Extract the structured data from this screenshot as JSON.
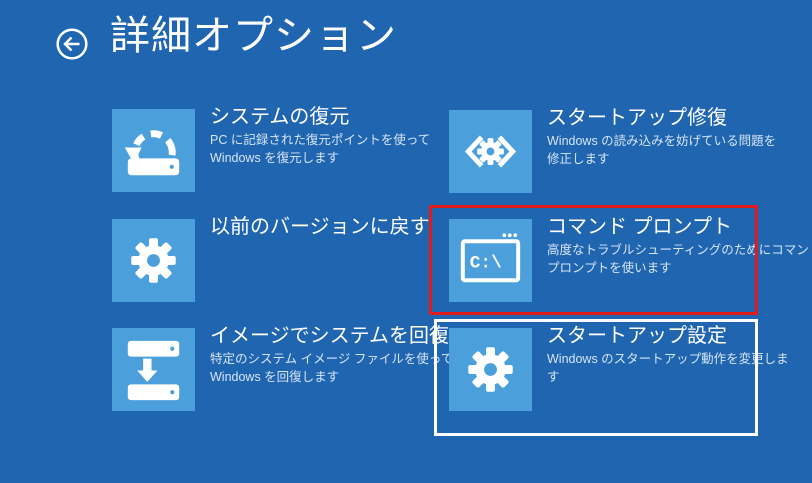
{
  "header": {
    "title": "詳細オプション",
    "back_icon": "left-arrow-circle"
  },
  "colors": {
    "background": "#2065B0",
    "tile_blue": "#4BA0DB",
    "annotation_red": "#E01B1B",
    "focus_white": "#FFFFFF",
    "desc_text": "#D6E5F5",
    "title_text": "#FFFFFF"
  },
  "tiles": [
    {
      "id": "system-restore",
      "icon": "drive-restore-icon",
      "title": "システムの復元",
      "desc1": "PC に記録された復元ポイントを使って",
      "desc2": "Windows を復元します"
    },
    {
      "id": "startup-repair",
      "icon": "gear-in-brackets-icon",
      "title": "スタートアップ修復",
      "desc1": "Windows の読み込みを妨げている問題を",
      "desc2": "修正します"
    },
    {
      "id": "previous-version",
      "icon": "gear-icon",
      "title": "以前のバージョンに戻す",
      "desc1": "",
      "desc2": ""
    },
    {
      "id": "command-prompt",
      "icon": "command-window-icon",
      "icon_text": "C:\\",
      "title": "コマンド プロンプト",
      "desc1": "高度なトラブルシューティングのためにコマンド",
      "desc2": "プロンプトを使います"
    },
    {
      "id": "system-image-recovery",
      "icon": "drives-download-icon",
      "title": "イメージでシステムを回復",
      "desc1": "特定のシステム イメージ ファイルを使って",
      "desc2": "Windows を回復します"
    },
    {
      "id": "startup-settings",
      "icon": "gear-icon",
      "title": "スタートアップ設定",
      "desc1": "Windows のスタートアップ動作を変更しま",
      "desc2": "す"
    }
  ],
  "annotations": {
    "red_box_target": "command-prompt",
    "focus_box_target": "startup-settings"
  }
}
